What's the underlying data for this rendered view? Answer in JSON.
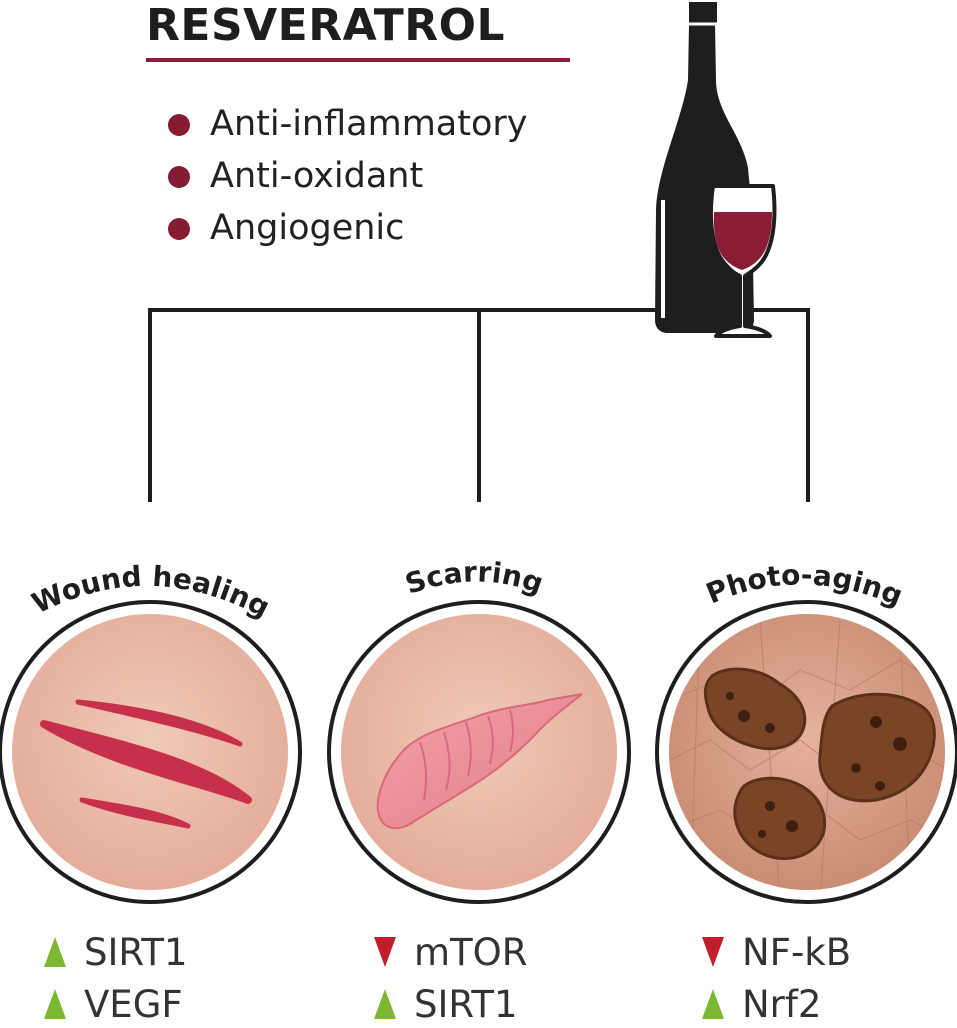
{
  "title": "RESVERATROL",
  "properties": [
    "Anti-inflammatory",
    "Anti-oxidant",
    "Angiogenic"
  ],
  "colors": {
    "accent": "#8c1d36",
    "bullet": "#851c34",
    "up_marker": "#7cb832",
    "down_marker": "#c21d2b",
    "bottle": "#1e1e1e",
    "wine": "#8a1c36"
  },
  "icons": [
    "wine-bottle-icon",
    "wine-glass-icon",
    "arrow-up-icon",
    "arrow-down-icon"
  ],
  "branches": [
    {
      "label": "Wound healing",
      "markers": [
        {
          "direction": "up",
          "name": "SIRT1"
        },
        {
          "direction": "up",
          "name": "VEGF"
        }
      ]
    },
    {
      "label": "Scarring",
      "markers": [
        {
          "direction": "down",
          "name": "mTOR"
        },
        {
          "direction": "up",
          "name": "SIRT1"
        }
      ]
    },
    {
      "label": "Photo-aging",
      "markers": [
        {
          "direction": "down",
          "name": "NF-kB"
        },
        {
          "direction": "up",
          "name": "Nrf2"
        }
      ]
    }
  ]
}
